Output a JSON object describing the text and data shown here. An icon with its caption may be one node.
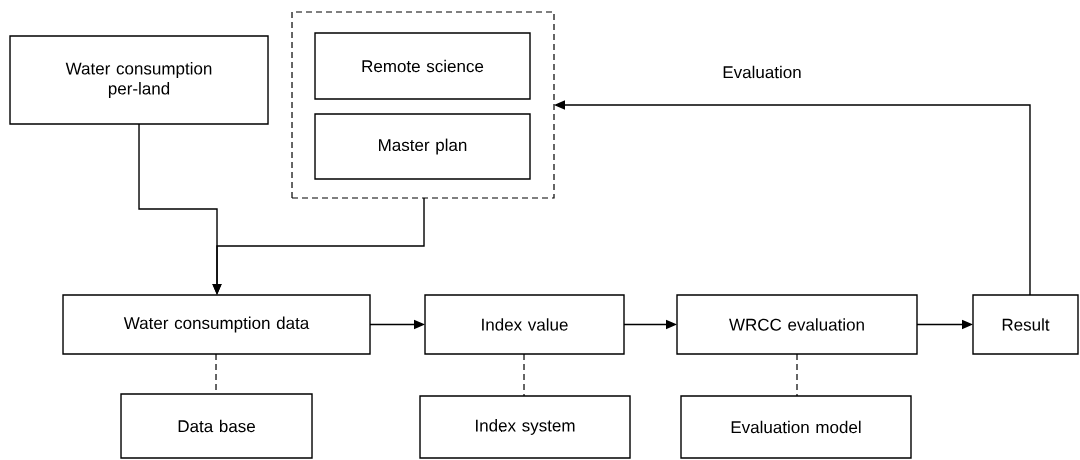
{
  "diagram": {
    "nodes": [
      {
        "text": [
          "Water consumption per-land"
        ]
      },
      {
        "text": [],
        "shape": "box"
      },
      {
        "text": [
          "Remote science"
        ],
        "in": 1
      },
      {
        "text": [
          "Master plan"
        ],
        "in": 1
      },
      {
        "text": [
          "Water consumption data"
        ]
      },
      {
        "text": [
          "Index value"
        ]
      },
      {
        "text": [
          "WRCC evaluation"
        ]
      },
      {
        "text": [
          "Result"
        ]
      },
      {
        "text": [
          "Data base"
        ]
      },
      {
        "text": [
          "Index system"
        ]
      },
      {
        "text": [
          "Evaluation model"
        ]
      }
    ],
    "edges": [
      {
        "from": 0,
        "to": 4,
        "arrow": "to"
      },
      {
        "from": 1,
        "to": 4,
        "arrow": "to"
      },
      {
        "from": 4,
        "to": 5,
        "arrow": "to"
      },
      {
        "from": 5,
        "to": 6,
        "arrow": "to"
      },
      {
        "from": 6,
        "to": 7,
        "arrow": "to"
      },
      {
        "from": 7,
        "to": 1,
        "arrow": "to",
        "label": "Evaluation"
      },
      {
        "from": 4,
        "to": 8,
        "arrow": "none",
        "style": "dashed"
      },
      {
        "from": 5,
        "to": 9,
        "arrow": "none",
        "style": "dashed"
      },
      {
        "from": 6,
        "to": 10,
        "arrow": "none",
        "style": "dashed"
      }
    ]
  }
}
